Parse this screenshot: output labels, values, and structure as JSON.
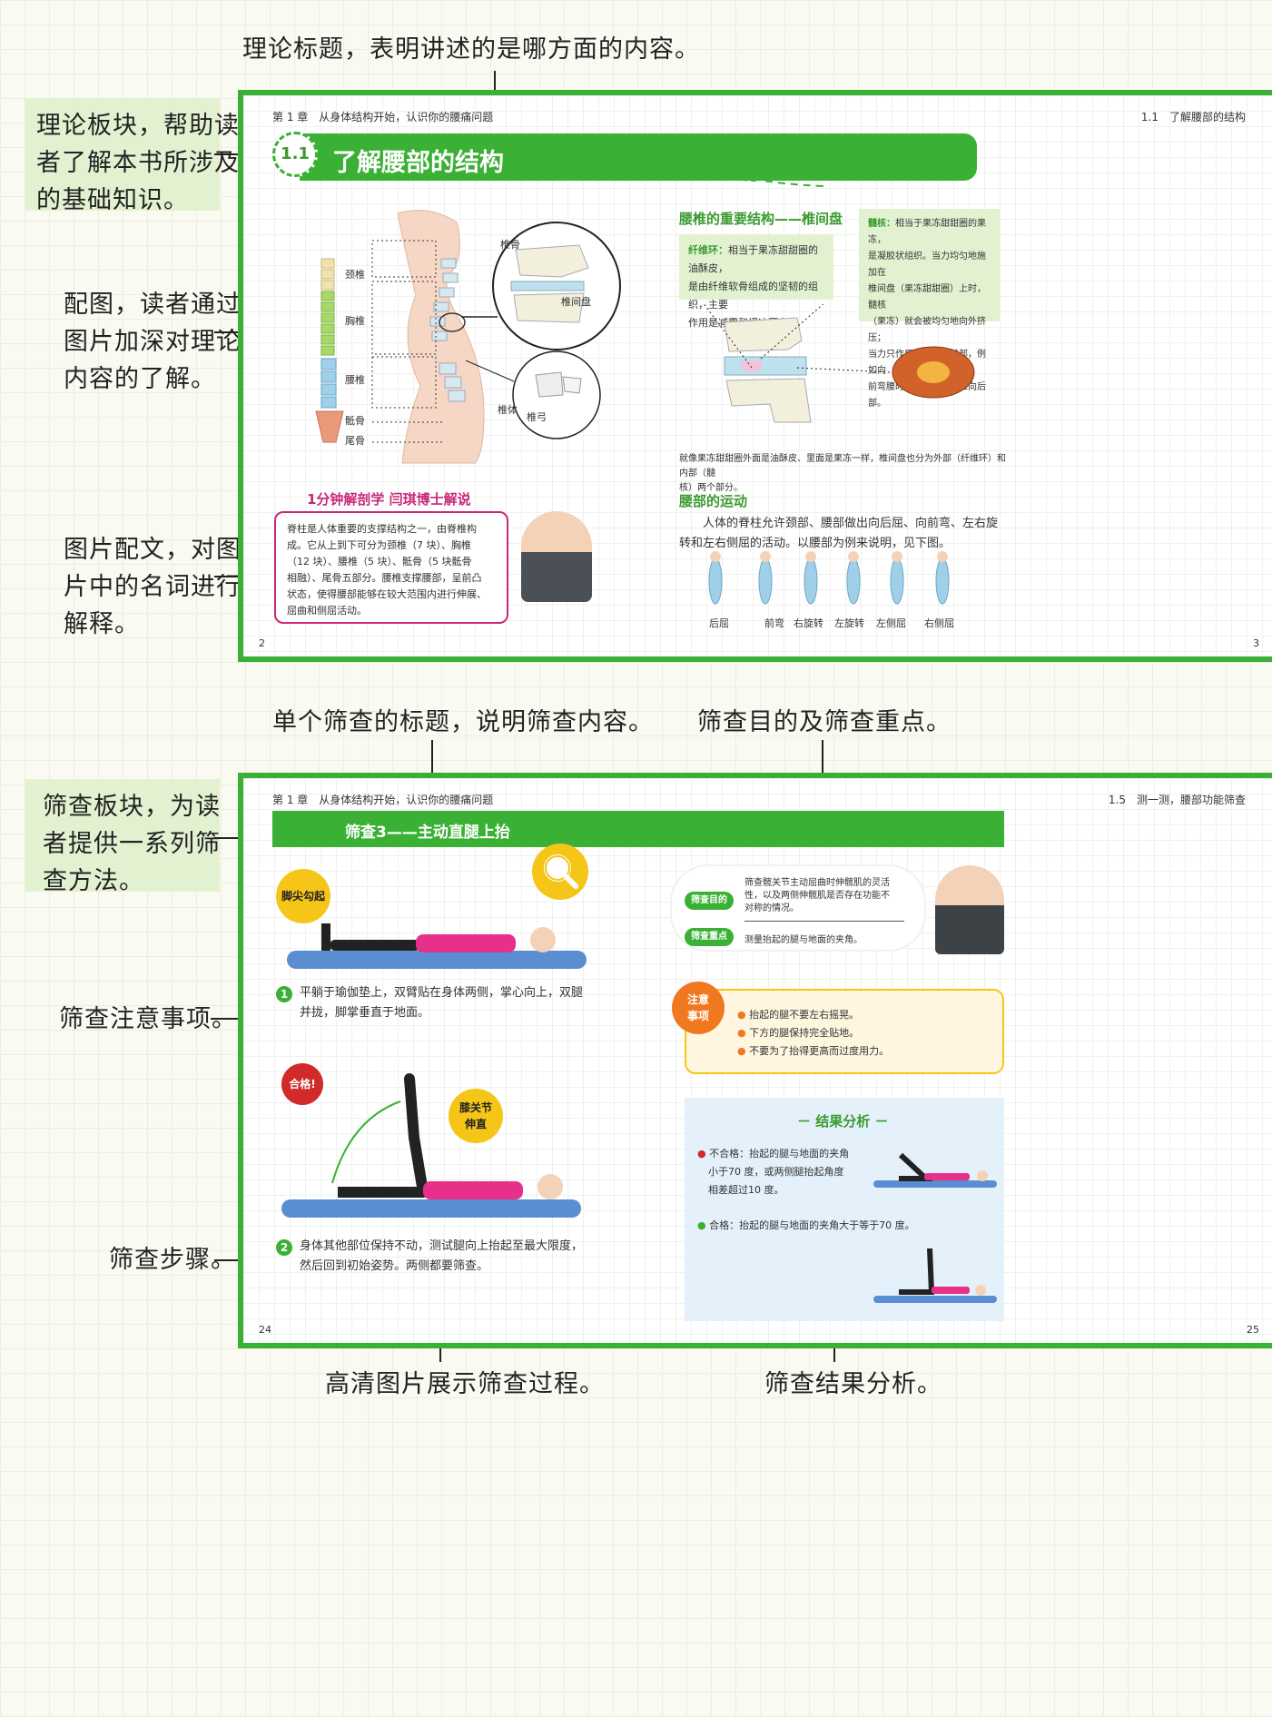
{
  "annotations": {
    "theory_title": "理论标题，表明讲述的是哪方面的内容。",
    "theory_section": [
      "理论板块，帮助读",
      "者了解本书所涉及",
      "的基础知识。"
    ],
    "figure": [
      "配图，读者通过",
      "图片加深对理论",
      "内容的了解。"
    ],
    "caption": [
      "图片配文，对图",
      "片中的名词进行",
      "解释。"
    ],
    "screen_title": "单个筛查的标题，说明筛查内容。",
    "screen_purpose": "筛查目的及筛查重点。",
    "screen_section": [
      "筛查板块，为读",
      "者提供一系列筛",
      "查方法。"
    ],
    "screen_notes": "筛查注意事项。",
    "screen_steps": "筛查步骤。",
    "hd_photos": "高清图片展示筛查过程。",
    "result_analysis": "筛查结果分析。"
  },
  "spread1": {
    "chapter": "第 1 章　从身体结构开始，认识你的腰痛问题",
    "section_ref": "1.1　了解腰部的结构",
    "badge": "1.1",
    "title": "了解腰部的结构",
    "spine_labels": [
      "颈椎",
      "胸椎",
      "腰椎",
      "骶骨",
      "尾骨"
    ],
    "zoom_labels": {
      "vertebra": "椎骨",
      "disc": "椎间盘",
      "body": "椎体",
      "arch": "椎弓"
    },
    "tip_title": "1分钟解剖学 闫琪博士解说",
    "tip_text": [
      "脊柱是人体重要的支撑结构之一，由脊椎构",
      "成。它从上到下可分为颈椎（7 块）、胸椎",
      "（12 块）、腰椎（5 块）、骶骨（5 块骶骨",
      "相融）、尾骨五部分。腰椎支撑腰部，呈前凸",
      "状态，使得腰部能够在较大范围内进行伸展、",
      "屈曲和侧屈活动。"
    ],
    "disc_title": "腰椎的重要结构——椎间盘",
    "annulus": {
      "term": "纤维环：",
      "lines": [
        "相当于果冻甜甜圈的油酥皮，",
        "是由纤维软骨组成的坚韧的组织，主要",
        "作用是减震和缓冲压力。"
      ]
    },
    "nucleus": {
      "term": "髓核：",
      "lines": [
        "相当于果冻甜甜圈的果冻，",
        "是凝胶状组织。当力均匀地施加在",
        "椎间盘（果冻甜甜圈）上时，髓核",
        "（果冻）就会被均匀地向外挤压；",
        "当力只作用于椎间盘前部，例如向",
        "前弯腰时，髓核就会被推向后部。"
      ]
    },
    "disc_caption": [
      "就像果冻甜甜圈外面是油酥皮、里面是果冻一样，椎间盘也分为外部（纤维环）和内部（髓",
      "核）两个部分。"
    ],
    "motion_title": "腰部的运动",
    "motion_text": [
      "人体的脊柱允许颈部、腰部做出向后屈、向前弯、左右旋",
      "转和左右侧屈的活动。以腰部为例来说明，见下图。"
    ],
    "motion_labels": [
      "后屈",
      "前弯",
      "右旋转",
      "左旋转",
      "左侧屈",
      "右侧屈"
    ],
    "page_left": "2",
    "page_right": "3"
  },
  "spread2": {
    "chapter": "第 1 章　从身体结构开始，认识你的腰痛问题",
    "section_ref": "1.5　测一测，腰部功能筛查",
    "title": "筛查3——主动直腿上抬",
    "badge_foot": "脚尖勾起",
    "step1_num": "1",
    "step1": [
      "平躺于瑜伽垫上，双臂贴在身体两侧，掌心向上，双腿",
      "并拢，脚掌垂直于地面。"
    ],
    "purpose_tag": "筛查目的",
    "purpose_text": [
      "筛查髋关节主动屈曲时伸髋肌的灵活",
      "性，以及两侧伸髋肌是否存在功能不",
      "对称的情况。"
    ],
    "focus_tag": "筛查重点",
    "focus_text": "测量抬起的腿与地面的夹角。",
    "notice_badge": [
      "注意",
      "事项"
    ],
    "notices": [
      "抬起的腿不要左右摇晃。",
      "下方的腿保持完全贴地。",
      "不要为了抬得更高而过度用力。"
    ],
    "pass_badge": "合格!",
    "knee_badge": [
      "膝关节",
      "伸直"
    ],
    "step2_num": "2",
    "step2": [
      "身体其他部位保持不动，测试腿向上抬起至最大限度，",
      "然后回到初始姿势。两侧都要筛查。"
    ],
    "result_title": "－ 结果分析 －",
    "fail_text": [
      "不合格：抬起的腿与地面的夹角",
      "小于70 度，或两侧腿抬起角度",
      "相差超过10 度。"
    ],
    "pass_text": "合格：抬起的腿与地面的夹角大于等于70 度。",
    "page_left": "24",
    "page_right": "25"
  },
  "colors": {
    "green": "#3ab034",
    "light_green": "#e2f2d1",
    "magenta": "#c8287a",
    "orange": "#f07820",
    "yellow": "#f5c518"
  }
}
